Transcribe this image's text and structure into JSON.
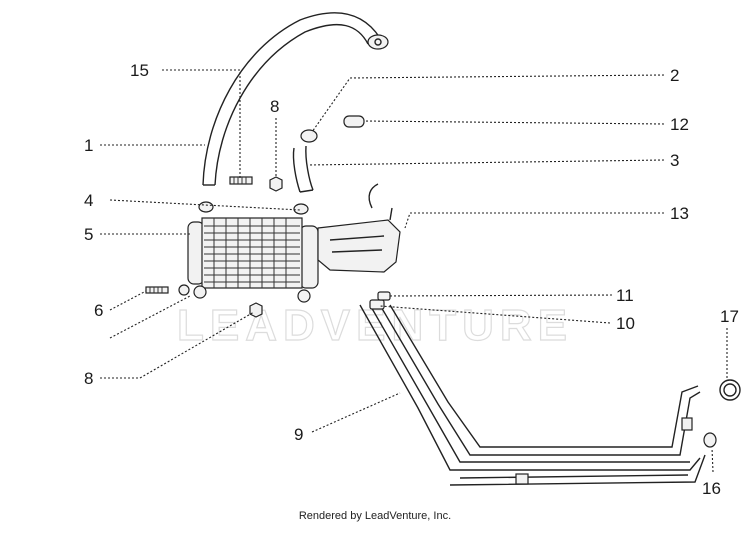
{
  "watermark": "LEADVENTURE",
  "footer": "Rendered by LeadVenture, Inc.",
  "callouts": {
    "c1": "1",
    "c2": "2",
    "c3": "3",
    "c4": "4",
    "c5": "5",
    "c6": "6",
    "c8a": "8",
    "c8b": "8",
    "c9": "9",
    "c10": "10",
    "c11": "11",
    "c12": "12",
    "c13": "13",
    "c15": "15",
    "c16": "16",
    "c17": "17"
  }
}
